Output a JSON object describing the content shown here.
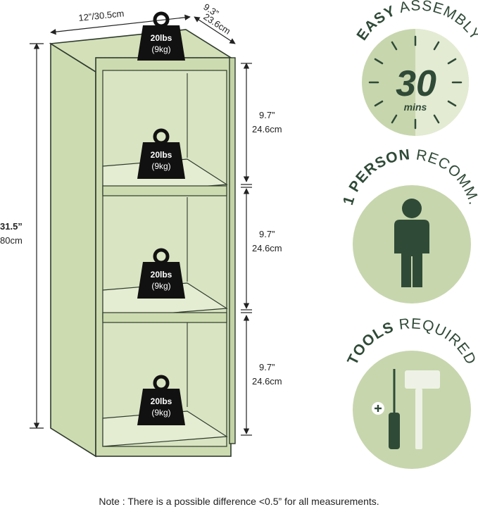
{
  "colors": {
    "panel": "#cddbb0",
    "panel_light": "#e4ecd2",
    "edge": "#2f3b2e",
    "accent_dark": "#2f4a37",
    "badge_fill": "#c7d6ad",
    "badge_light": "#e3ebd3",
    "weight_icon": "#111111"
  },
  "dimensions": {
    "width_in": "12”",
    "width_cm": "/30.5cm",
    "depth_in": "9.3”",
    "depth_cm": "23.6cm",
    "height_in": "31.5”",
    "height_cm": "80cm",
    "shelf_in": "9.7”",
    "shelf_cm": "24.6cm"
  },
  "weights": [
    {
      "lbs": "20lbs",
      "kg": "(9kg)"
    },
    {
      "lbs": "20lbs",
      "kg": "(9kg)"
    },
    {
      "lbs": "20lbs",
      "kg": "(9kg)"
    },
    {
      "lbs": "20lbs",
      "kg": "(9kg)"
    }
  ],
  "badges": {
    "assembly": {
      "bold": "EASY",
      "rest": " ASSEMBLY",
      "value": "30",
      "unit": "mins",
      "icon": "clock-icon"
    },
    "person": {
      "bold": "1 PERSON",
      "rest": " RECOMM.",
      "icon": "person-icon"
    },
    "tools": {
      "bold": "TOOLS",
      "rest": " REQUIRED",
      "icon": "screwdriver-hammer-icon"
    }
  },
  "note": "Note : There is a possible difference <0.5” for all measurements."
}
